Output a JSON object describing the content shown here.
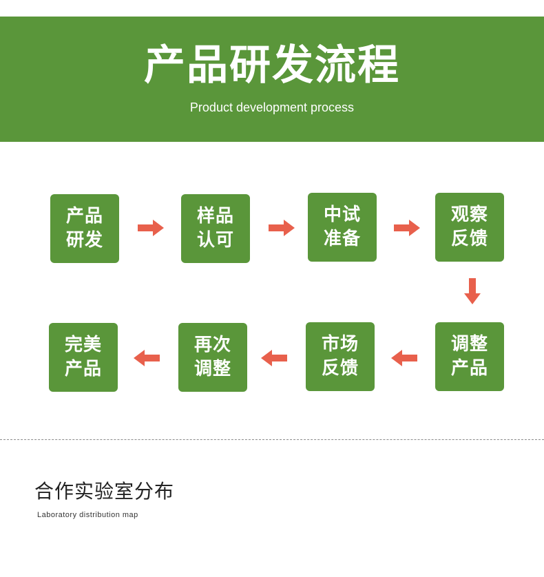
{
  "banner": {
    "title": "产品研发流程",
    "subtitle": "Product development process",
    "color": "#5a963a"
  },
  "steps": [
    {
      "line1": "产品",
      "line2": "研发"
    },
    {
      "line1": "样品",
      "line2": "认可"
    },
    {
      "line1": "中试",
      "line2": "准备"
    },
    {
      "line1": "观察",
      "line2": "反馈"
    },
    {
      "line1": "调整",
      "line2": "产品"
    },
    {
      "line1": "市场",
      "line2": "反馈"
    },
    {
      "line1": "再次",
      "line2": "调整"
    },
    {
      "line1": "完美",
      "line2": "产品"
    }
  ],
  "arrow_color": "#e8604c",
  "arrow_icons": [
    "arrow-right-icon",
    "arrow-right-icon",
    "arrow-right-icon",
    "arrow-down-icon",
    "arrow-left-icon",
    "arrow-left-icon",
    "arrow-left-icon"
  ],
  "lab_section": {
    "title": "合作实验室分布",
    "subtitle": "Laboratory distribution map"
  }
}
